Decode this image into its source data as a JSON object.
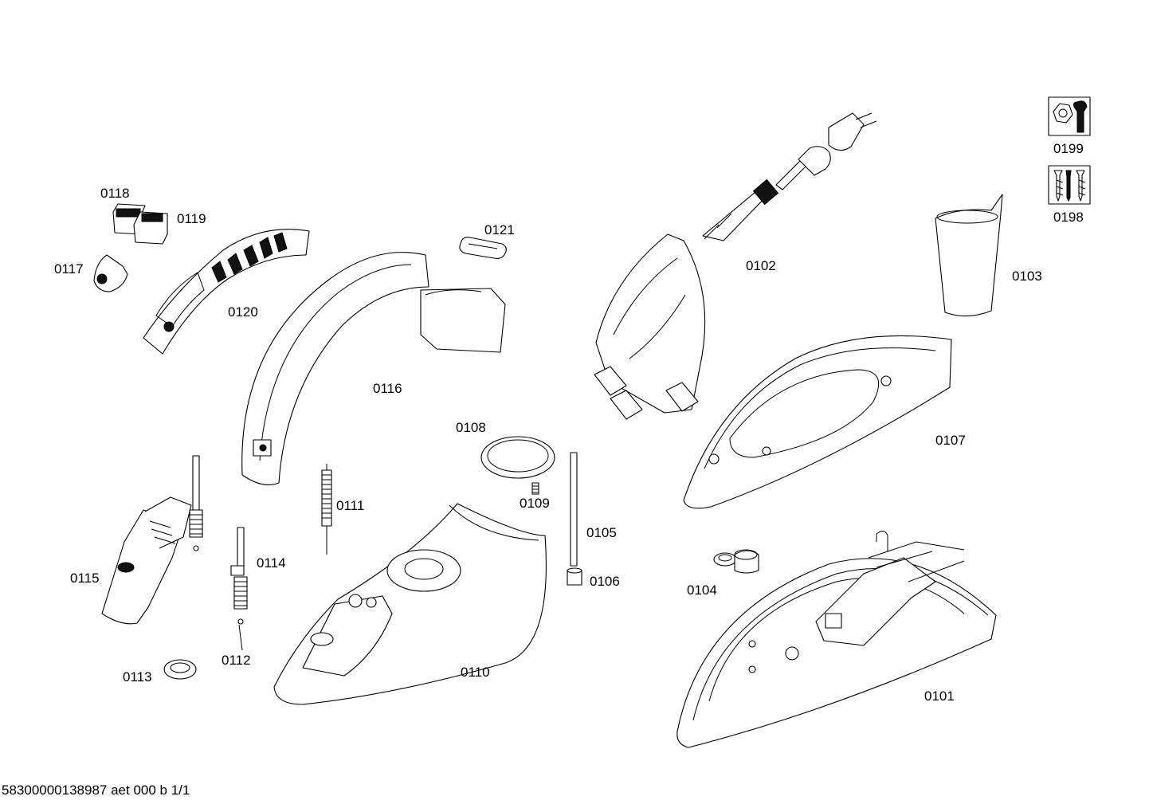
{
  "parts": [
    {
      "id": "p0101",
      "label": "0101"
    },
    {
      "id": "p0102",
      "label": "0102"
    },
    {
      "id": "p0103",
      "label": "0103"
    },
    {
      "id": "p0104",
      "label": "0104"
    },
    {
      "id": "p0105",
      "label": "0105"
    },
    {
      "id": "p0106",
      "label": "0106"
    },
    {
      "id": "p0107",
      "label": "0107"
    },
    {
      "id": "p0108",
      "label": "0108"
    },
    {
      "id": "p0109",
      "label": "0109"
    },
    {
      "id": "p0110",
      "label": "0110"
    },
    {
      "id": "p0111",
      "label": "0111"
    },
    {
      "id": "p0112",
      "label": "0112"
    },
    {
      "id": "p0113",
      "label": "0113"
    },
    {
      "id": "p0114",
      "label": "0114"
    },
    {
      "id": "p0115",
      "label": "0115"
    },
    {
      "id": "p0116",
      "label": "0116"
    },
    {
      "id": "p0117",
      "label": "0117"
    },
    {
      "id": "p0118",
      "label": "0118"
    },
    {
      "id": "p0119",
      "label": "0119"
    },
    {
      "id": "p0120",
      "label": "0120"
    },
    {
      "id": "p0121",
      "label": "0121"
    },
    {
      "id": "p0198",
      "label": "0198",
      "icon": "screws-icon"
    },
    {
      "id": "p0199",
      "label": "0199",
      "icon": "wrench-nut-icon"
    }
  ],
  "footer": "58300000138987 aet 000 b 1/1"
}
